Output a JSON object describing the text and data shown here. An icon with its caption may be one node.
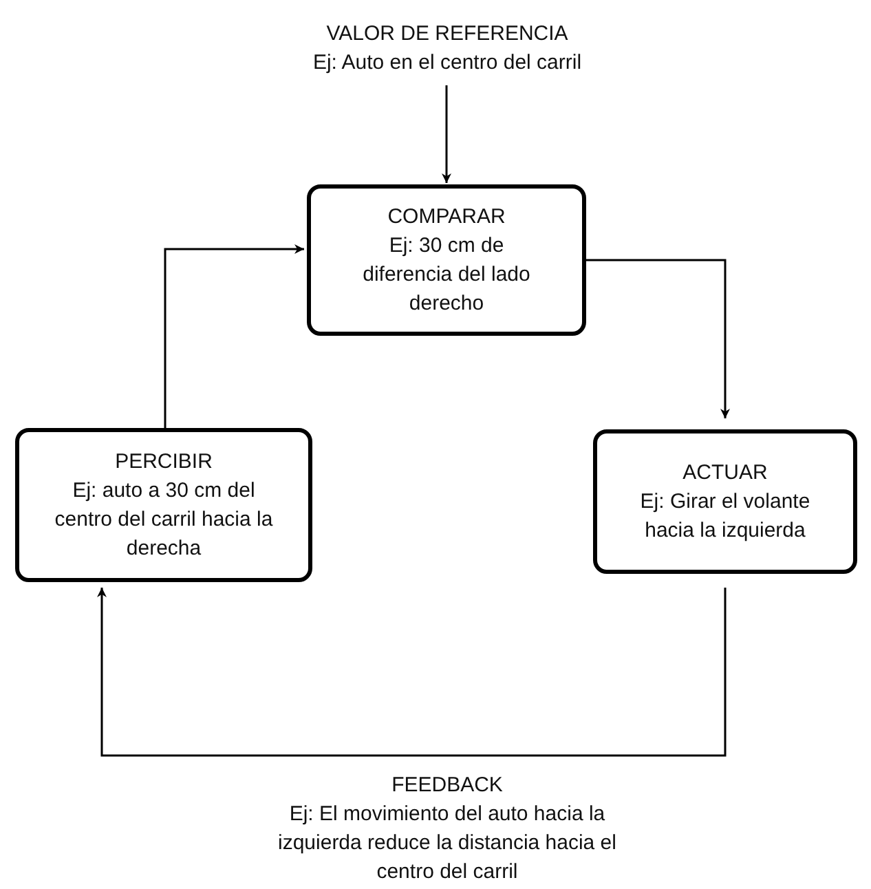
{
  "diagram": {
    "nodes": [
      {
        "text": [
          "VALOR DE REFERENCIA",
          "Ej: Auto en el centro del carril"
        ]
      },
      {
        "text": [
          "COMPARAR",
          "Ej: 30 cm de diferencia del lado derecho"
        ]
      },
      {
        "text": [
          "PERCIBIR",
          "Ej: auto a 30 cm del centro del carril hacia la derecha"
        ]
      },
      {
        "text": [
          "ACTUAR",
          "Ej: Girar el volante hacia la izquierda"
        ]
      }
    ],
    "edges": [
      {
        "from": 0,
        "to": 1,
        "arrow": "to"
      },
      {
        "from": 1,
        "to": 3,
        "arrow": "to"
      },
      {
        "from": 3,
        "to": 2,
        "arrow": "to"
      },
      {
        "from": 2,
        "to": 1,
        "arrow": "to"
      }
    ],
    "labels": [
      "FEEDBACK",
      "Ej: El movimiento del auto hacia la izquierda reduce la distancia hacia el centro del carril"
    ]
  }
}
